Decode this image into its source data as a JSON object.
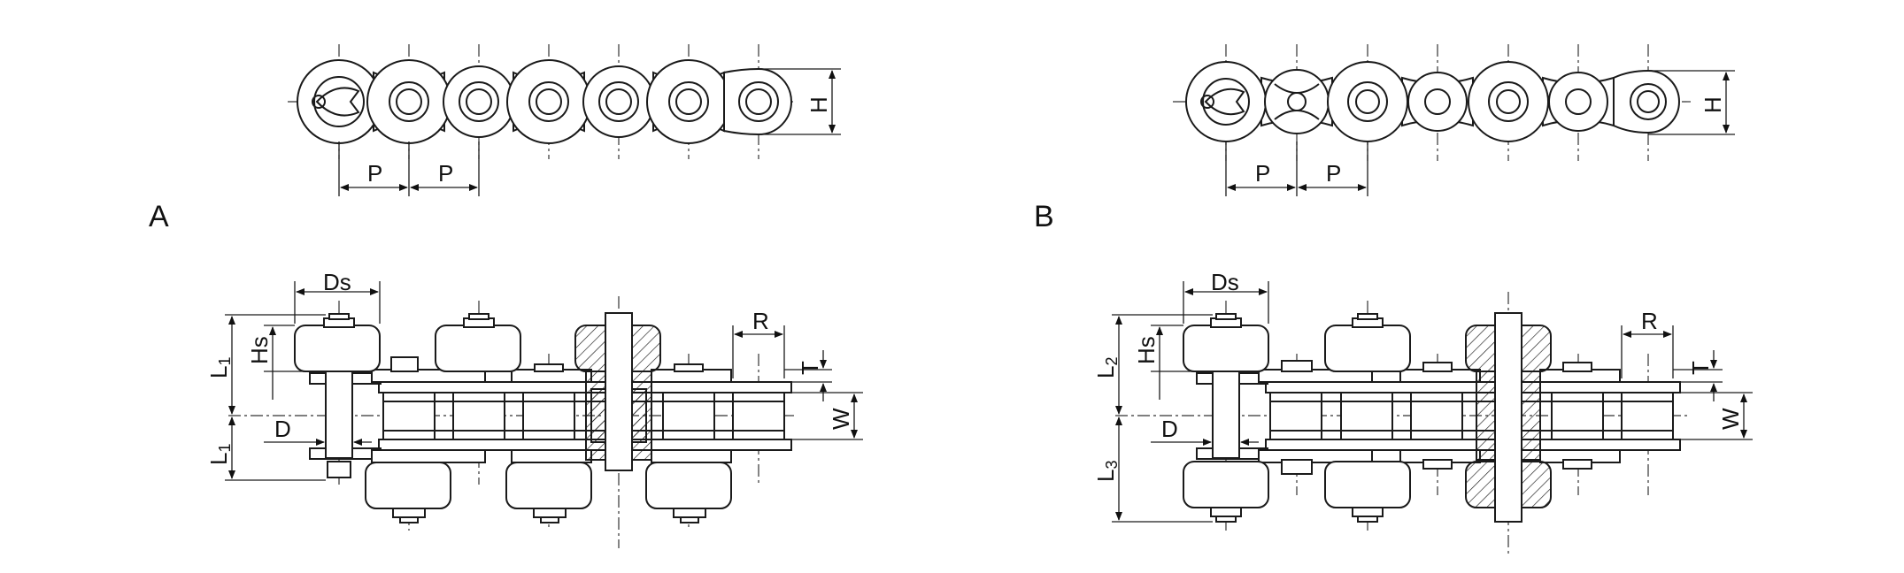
{
  "labels": {
    "variant_a": "A",
    "variant_b": "B",
    "pitch": "P",
    "height": "H",
    "shoulder_dia": "Ds",
    "shoulder_height": "Hs",
    "length_1": "L",
    "length_1_sub": "1",
    "length_2": "L",
    "length_2_sub": "2",
    "length_3": "L",
    "length_3_sub": "3",
    "roller_dia": "D",
    "radius": "R",
    "thickness": "T",
    "width": "W"
  }
}
